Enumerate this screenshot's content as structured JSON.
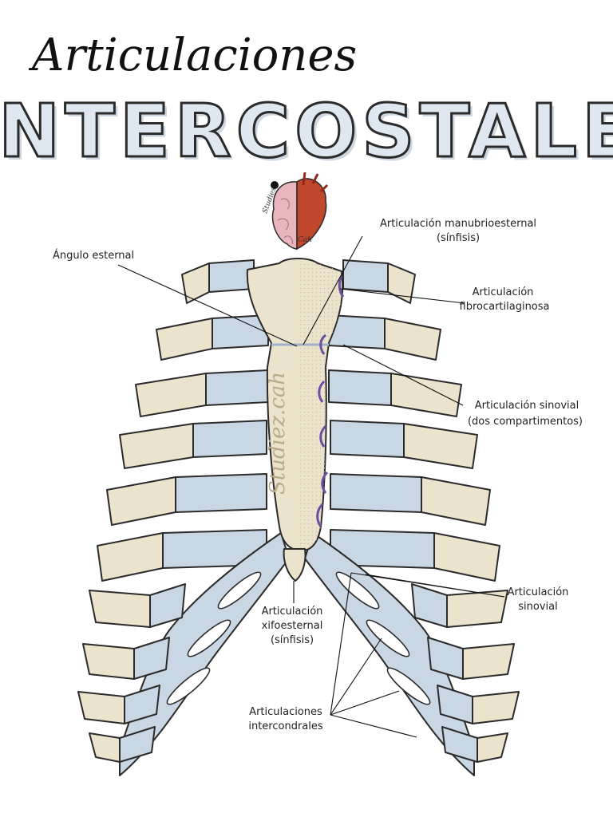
{
  "title": {
    "script": "Articulaciones",
    "main": "INTERCOSTALES"
  },
  "logo": {
    "line1": "Studies",
    "line2": "Cah"
  },
  "watermark": "Studiez.cah",
  "labels": {
    "angulo": "Ángulo esternal",
    "manubrio_1": "Articulación manubrioesternal",
    "manubrio_2": "(sínfisis)",
    "fibro_1": "Articulación",
    "fibro_2": "fibrocartilaginosa",
    "sinovial_1": "Articulación sinovial",
    "sinovial_2": "(dos compartimentos)",
    "xifo_1": "Articulación",
    "xifo_2": "xifoesternal",
    "xifo_3": "(sínfisis)",
    "sinovial_b1": "Articulación",
    "sinovial_b2": "sinovial",
    "inter_1": "Articulaciones",
    "inter_2": "intercondrales"
  },
  "colors": {
    "bone": "#ece3cc",
    "cartilage": "#c9d6e4",
    "cartilage_dark": "#aebfd3",
    "outline": "#2b2b2b",
    "joint": "#6a4fa0",
    "title_fill": "#e2ebf3",
    "title_shade": "#b7c5d3",
    "title_dark": "#7f8d9c",
    "heart": "#c0462c",
    "brain": "#e8b7bf"
  }
}
